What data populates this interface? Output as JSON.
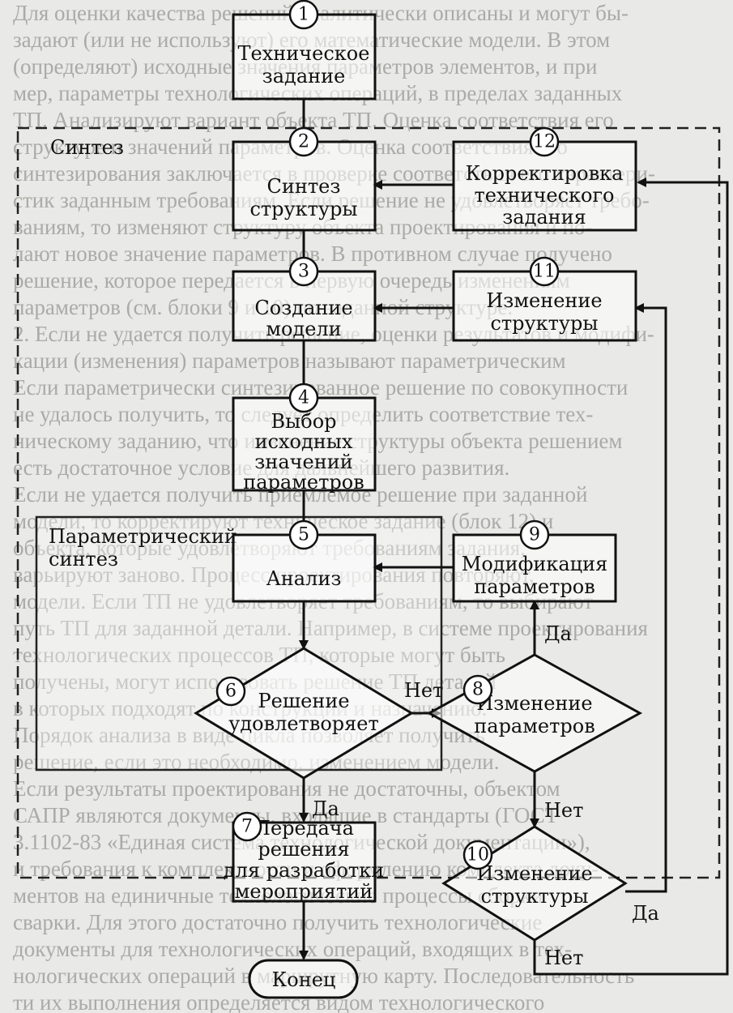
{
  "background_text": [
    "Для оценки качества решений аналитически описаны и могут бы-",
    "задают (или не используют) его математические модели. В этом",
    "(определяют) исходные значения параметров элементов, и при",
    "мер, параметры технологических операций, в пределах заданных",
    "ТП. Анализируют вариант объекта ТП. Оценка соответствия его",
    "структуре и значений параметров. Оценка соответствия его",
    "синтезирования заключается в проверке соответствия его характери-",
    "стик заданным требованиям. Если решение не удовлетворяет требо-",
    "ваниям, то изменяют структуру объекта проектирования и по-",
    "лают новое значение параметров. В противном случае получено",
    "решение, которое передается в первую очередь изменениям",
    "параметров (см. блоки 9 и 10) по заданной структуре.",
    "2. Если не удается получить решение, оценки результатов и модифи-",
    "кации (изменения) параметров называют параметрическим",
    "",
    "Если параметрически синтезированное решение по совокупности",
    "не удалось получить, то следует определить соответствие тех-",
    "ническому заданию, что изменение структуры объекта решением",
    "есть достаточное условие для дальнейшего развития.",
    "Если не удается получить приемлемое решение при заданной",
    "модели, то корректируют техническое задание (блок 12) и",
    "объекта, которые удовлетворяют требованиям задания,",
    "варьируют заново. Процесс проектирования повторяют,",
    "модели. Если ТП не удовлетворяет требованиям, то выбирают",
    "путь ТП для заданной детали. Например, в системе проектирования",
    "технологических процессов ТП, которые могут быть",
    "получены, могут использовать решение ТП деталей",
    "в которых подходят по конструкции и назначению.",
    "Порядок анализа в виде цикла позволяет получить",
    "решение, если это необходимо, изменением модели.",
    "",
    "Если результаты проектирования не достаточны, объектом",
    "САПР являются документы, входящие в стандарты (ГОСТ",
    "3.1102-83 «Единая система технологической документации»),",
    "и требования к комплектности и оформлению комплекта доку-",
    "ментов на единичные технологические процессы сборки",
    "сварки. Для этого достаточно получить технологические",
    "документы для технологических операций, входящих в тех-",
    "нологических операций в маршрутную карту. Последовательность",
    "ти их выполнения определяется видом технологического"
  ],
  "frames": {
    "synthesis_label": "Синтез",
    "parametric_label_line1": "Параметрический",
    "parametric_label_line2": "синтез"
  },
  "nodes": [
    {
      "id": "1",
      "lines": [
        "Техническое",
        "задание"
      ]
    },
    {
      "id": "2",
      "lines": [
        "Синтез",
        "структуры"
      ]
    },
    {
      "id": "3",
      "lines": [
        "Создание",
        "модели"
      ]
    },
    {
      "id": "4",
      "lines": [
        "Выбор",
        "исходных",
        "значений",
        "параметров"
      ]
    },
    {
      "id": "5",
      "lines": [
        "Анализ"
      ]
    },
    {
      "id": "6",
      "lines": [
        "Решение",
        "удовлетворяет"
      ]
    },
    {
      "id": "7",
      "lines": [
        "Передача",
        "решения",
        "для разработки",
        "мероприятий"
      ]
    },
    {
      "id": "8",
      "lines": [
        "Изменение",
        "параметров"
      ]
    },
    {
      "id": "9",
      "lines": [
        "Модификация",
        "параметров"
      ]
    },
    {
      "id": "10",
      "lines": [
        "Изменение",
        "структуры"
      ]
    },
    {
      "id": "11",
      "lines": [
        "Изменение",
        "структуры"
      ]
    },
    {
      "id": "12",
      "lines": [
        "Корректировка",
        "технического",
        "задания"
      ]
    },
    {
      "id": "end",
      "lines": [
        "Конец"
      ]
    }
  ],
  "edge_labels": {
    "no_6_to_8": "Нет",
    "yes_6_to_7": "Да",
    "yes_8_to_9": "Да",
    "no_8_to_10": "Нет",
    "yes_10_to_11": "Да",
    "no_10_to_12": "Нет"
  },
  "colors": {
    "ink": "#111111",
    "paper": "#e9e9e7",
    "ghost_text": "#aaaaa6"
  }
}
